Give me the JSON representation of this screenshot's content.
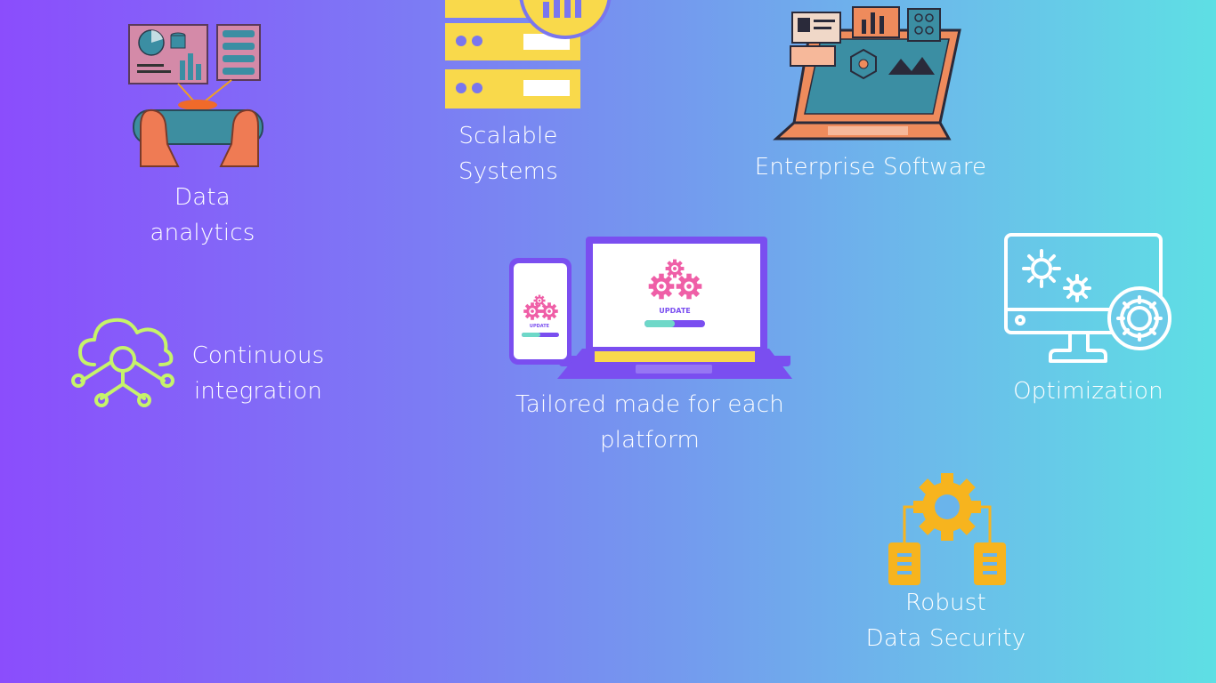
{
  "features": {
    "data_analytics": {
      "line1": "Data",
      "line2": "analytics"
    },
    "scalable_systems": {
      "line1": "Scalable",
      "line2": "Systems"
    },
    "enterprise_software": {
      "line1": "Enterprise Software"
    },
    "continuous_integration": {
      "line1": "Continuous",
      "line2": "integration"
    },
    "tailored": {
      "line1": "Tailored made for each",
      "line2": "platform"
    },
    "optimization": {
      "line1": "Optimization"
    },
    "data_security": {
      "line1": "Robust",
      "line2": "Data Security"
    }
  },
  "device_screen": {
    "label": "UPDATE",
    "progress": 0.5
  },
  "phone_screen": {
    "label": "UPDATE",
    "progress": 0.5
  },
  "colors": {
    "gradient_left": "#8b4dfc",
    "gradient_right": "#5edfe4",
    "server_yellow": "#f9d94b",
    "gear_pink": "#ef5fa7",
    "laptop_purple": "#7a4ef0",
    "cloud_green": "#c6f36a",
    "security_orange": "#f7b41e",
    "enterprise_orange": "#ee8b5c"
  }
}
